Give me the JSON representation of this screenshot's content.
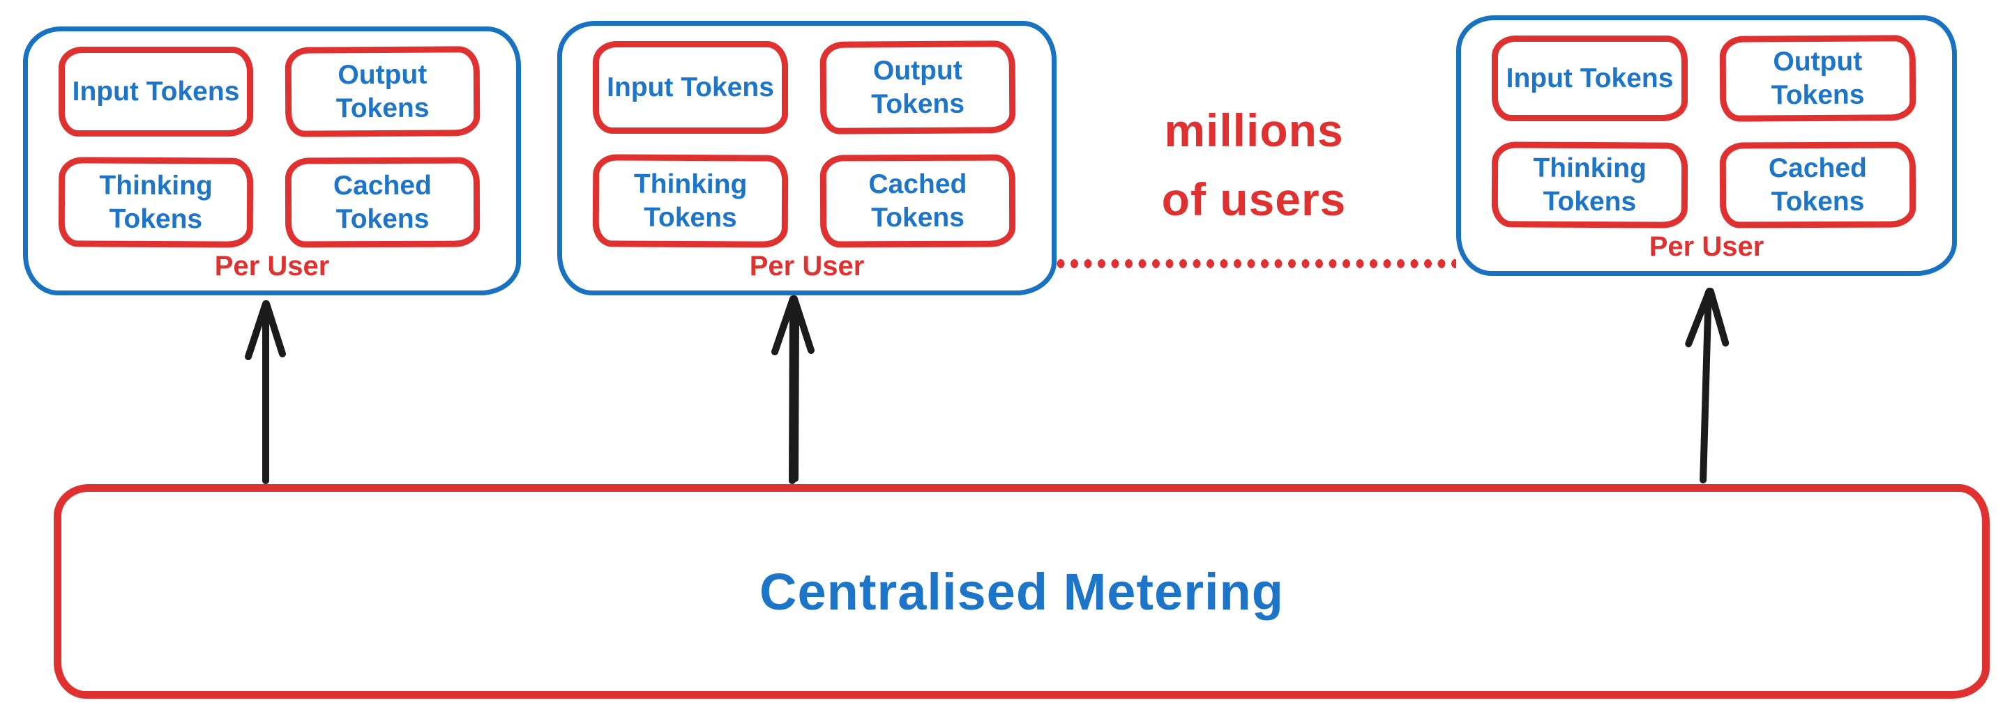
{
  "cards": [
    {
      "label": "Per User",
      "tokens": [
        "Input Tokens",
        "Output Tokens",
        "Thinking Tokens",
        "Cached Tokens"
      ]
    },
    {
      "label": "Per User",
      "tokens": [
        "Input Tokens",
        "Output Tokens",
        "Thinking Tokens",
        "Cached Tokens"
      ]
    },
    {
      "label": "Per User",
      "tokens": [
        "Input Tokens",
        "Output Tokens",
        "Thinking Tokens",
        "Cached Tokens"
      ]
    }
  ],
  "ellipsis_note": {
    "line1": "millions",
    "line2": "of users"
  },
  "metering": {
    "label": "Centralised Metering"
  },
  "colors": {
    "blue": "#1971c2",
    "text_blue": "#1c75c8",
    "red": "#e03131",
    "arrow_black": "#1b1b1b"
  }
}
